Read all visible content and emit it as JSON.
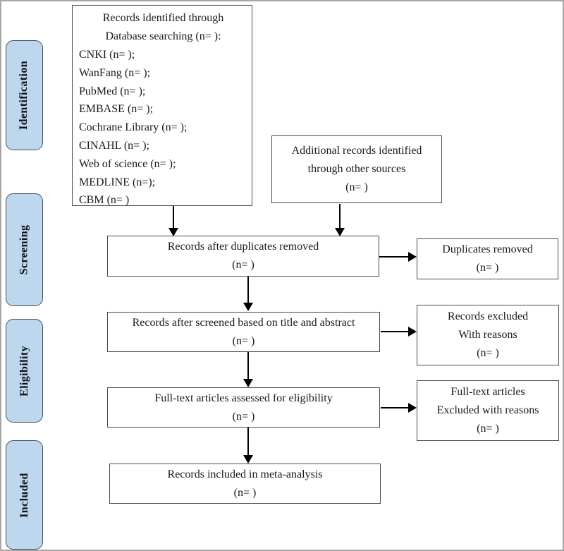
{
  "diagram": {
    "stages": [
      {
        "label": "Identification"
      },
      {
        "label": "Screening"
      },
      {
        "label": "Eligibility"
      },
      {
        "label": "Included"
      }
    ],
    "boxes": {
      "database_search": {
        "header": [
          "Records identified through",
          "Database searching (n= ):"
        ],
        "items": [
          "CNKI (n= );",
          "WanFang (n= );",
          "PubMed (n= );",
          "EMBASE (n= );",
          "Cochrane Library (n= );",
          "CINAHL (n= );",
          "Web of science (n= );",
          "MEDLINE (n=);",
          "CBM (n= )"
        ]
      },
      "additional_records": {
        "lines": [
          "Additional records identified",
          "through other sources",
          "(n= )"
        ]
      },
      "after_duplicates": {
        "lines": [
          "Records after duplicates removed",
          "(n= )"
        ]
      },
      "duplicates_removed": {
        "lines": [
          "Duplicates removed",
          "(n= )"
        ]
      },
      "title_abstract_screened": {
        "lines": [
          "Records after screened based on title and abstract",
          "(n= )"
        ]
      },
      "records_excluded": {
        "lines": [
          "Records excluded",
          "With reasons",
          "(n= )"
        ]
      },
      "fulltext_assessed": {
        "lines": [
          "Full-text articles assessed for eligibility",
          "(n= )"
        ]
      },
      "fulltext_excluded": {
        "lines": [
          "Full-text articles",
          "Excluded with reasons",
          "(n= )"
        ]
      },
      "included_meta_analysis": {
        "lines": [
          "Records included in meta-analysis",
          "(n= )"
        ]
      }
    },
    "colors": {
      "stage_fill": "#bdd7ee",
      "stage_border": "#4a4f58",
      "box_border": "#4a4a4a",
      "arrow": "#000000",
      "background": "#ffffff"
    }
  }
}
